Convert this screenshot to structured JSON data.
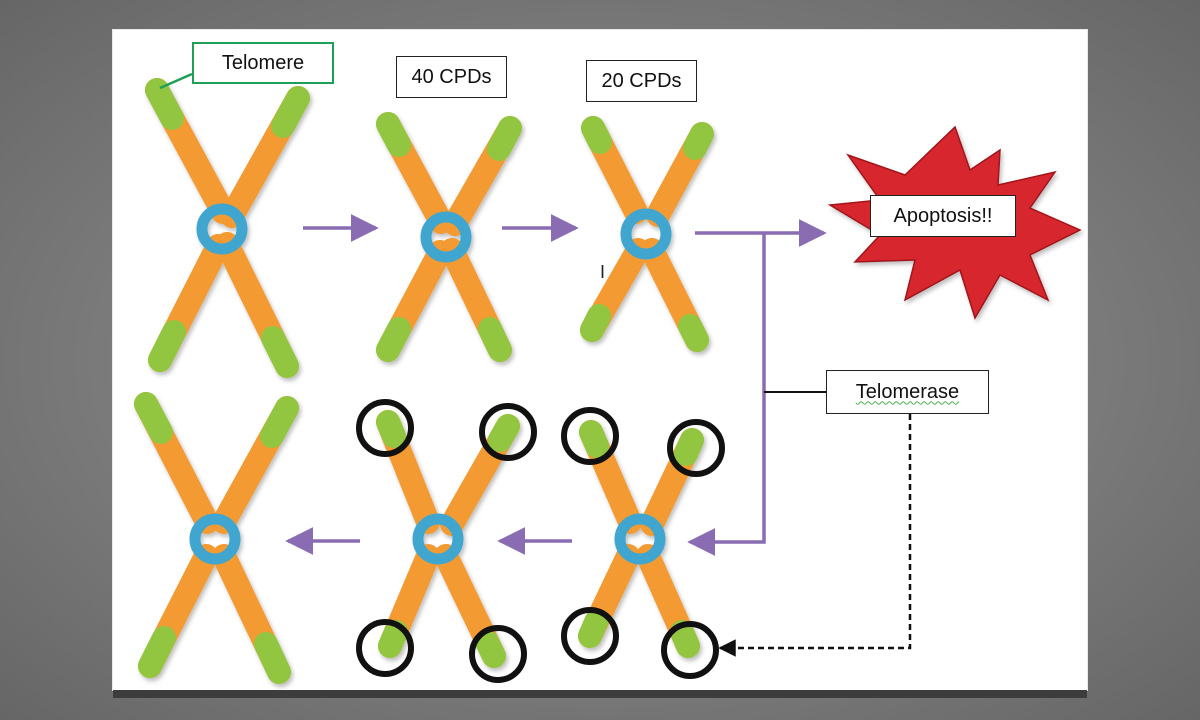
{
  "labels": {
    "telomere": "Telomere",
    "cpd40": "40 CPDs",
    "cpd20": "20 CPDs",
    "apoptosis": "Apoptosis!!",
    "telomerase": "Telomerase"
  },
  "stray_mark": "I",
  "colors": {
    "arm": "#f39a30",
    "telomere": "#93c640",
    "centromere": "#3fa6cf",
    "arrow": "#8a6cb3",
    "apoptosis": "#d8262e",
    "marker": "#111111",
    "telomere_box": "#1f9e57"
  }
}
